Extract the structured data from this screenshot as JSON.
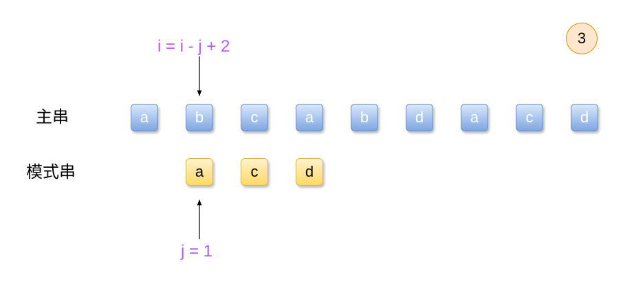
{
  "step_number": "3",
  "main_string": {
    "label": "主串",
    "chars": [
      "a",
      "b",
      "c",
      "a",
      "b",
      "d",
      "a",
      "c",
      "d"
    ]
  },
  "pattern_string": {
    "label": "模式串",
    "chars": [
      "a",
      "c",
      "d"
    ]
  },
  "pointer_i": {
    "text": "i = i - j + 2"
  },
  "pointer_j": {
    "text": "j = 1"
  },
  "colors": {
    "main_fill": "#7ea6e0",
    "pattern_fill": "#ffd966",
    "annotation": "#b55cff",
    "badge_fill": "#ffe6cc"
  }
}
